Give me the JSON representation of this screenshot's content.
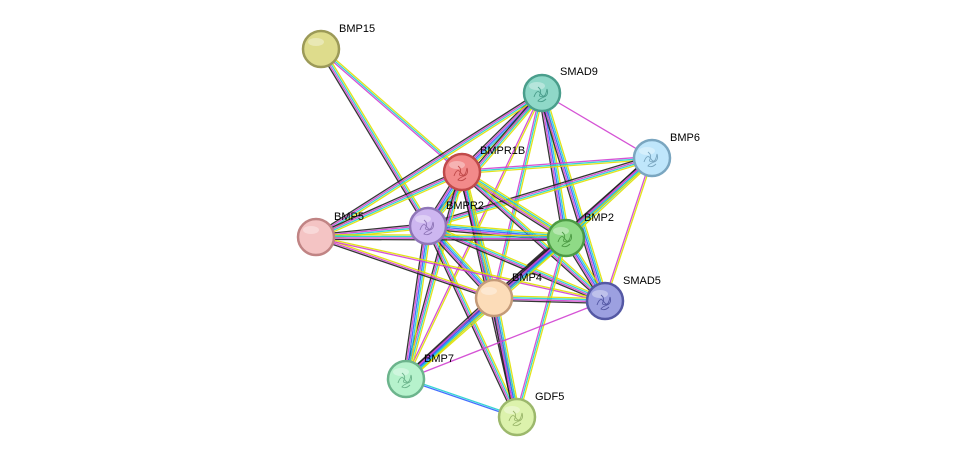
{
  "nodes": [
    {
      "id": "BMP15",
      "label": "BMP15",
      "fill": "#dedc8c",
      "stroke": "#9c9a58",
      "has_structure": false
    },
    {
      "id": "SMAD9",
      "label": "SMAD9",
      "fill": "#8fd8c8",
      "stroke": "#4a9e8c",
      "has_structure": true
    },
    {
      "id": "BMP6",
      "label": "BMP6",
      "fill": "#bfe6fb",
      "stroke": "#7aa6c0",
      "has_structure": true
    },
    {
      "id": "BMPR1B",
      "label": "BMPR1B",
      "fill": "#f28a8a",
      "stroke": "#c04a4a",
      "has_structure": true
    },
    {
      "id": "BMPR2",
      "label": "BMPR2",
      "fill": "#cdb6f0",
      "stroke": "#8f76b8",
      "has_structure": true
    },
    {
      "id": "BMP5",
      "label": "BMP5",
      "fill": "#f4c4c4",
      "stroke": "#c08484",
      "has_structure": false
    },
    {
      "id": "BMP2",
      "label": "BMP2",
      "fill": "#8fda86",
      "stroke": "#4c9a44",
      "has_structure": true
    },
    {
      "id": "BMP4",
      "label": "BMP4",
      "fill": "#fcdcb8",
      "stroke": "#c49a78",
      "has_structure": false
    },
    {
      "id": "SMAD5",
      "label": "SMAD5",
      "fill": "#9ca0e0",
      "stroke": "#5458a4",
      "has_structure": true
    },
    {
      "id": "BMP7",
      "label": "BMP7",
      "fill": "#b6f2cc",
      "stroke": "#6cb48c",
      "has_structure": true
    },
    {
      "id": "GDF5",
      "label": "GDF5",
      "fill": "#dcf2ac",
      "stroke": "#9cb86c",
      "has_structure": true
    }
  ],
  "edge_colors": [
    "#e0e000",
    "#20d0d0",
    "#3060ff",
    "#d040d0",
    "#202020"
  ],
  "edges": [
    {
      "source": "BMP15",
      "target": "BMPR1B",
      "colors": [
        0,
        1,
        3
      ]
    },
    {
      "source": "BMP15",
      "target": "BMPR2",
      "colors": [
        0,
        1,
        3,
        4
      ]
    },
    {
      "source": "SMAD9",
      "target": "BMPR1B",
      "colors": [
        0,
        1,
        2,
        3,
        4
      ]
    },
    {
      "source": "SMAD9",
      "target": "BMPR2",
      "colors": [
        0,
        1,
        3,
        4
      ]
    },
    {
      "source": "SMAD9",
      "target": "BMP5",
      "colors": [
        0,
        1,
        3,
        4
      ]
    },
    {
      "source": "SMAD9",
      "target": "BMP2",
      "colors": [
        0,
        1,
        2,
        3,
        4
      ]
    },
    {
      "source": "SMAD9",
      "target": "SMAD5",
      "colors": [
        0,
        1,
        2,
        3,
        4
      ]
    },
    {
      "source": "SMAD9",
      "target": "BMP4",
      "colors": [
        0,
        1,
        3
      ]
    },
    {
      "source": "SMAD9",
      "target": "BMP7",
      "colors": [
        0,
        3
      ]
    },
    {
      "source": "SMAD9",
      "target": "BMP6",
      "colors": [
        3
      ]
    },
    {
      "source": "BMP6",
      "target": "BMPR1B",
      "colors": [
        0,
        1,
        3
      ]
    },
    {
      "source": "BMP6",
      "target": "BMPR2",
      "colors": [
        0,
        1,
        3,
        4
      ]
    },
    {
      "source": "BMP6",
      "target": "BMP2",
      "colors": [
        0,
        1,
        2,
        3,
        4
      ]
    },
    {
      "source": "BMP6",
      "target": "BMP4",
      "colors": [
        0,
        1,
        3,
        4
      ]
    },
    {
      "source": "BMP6",
      "target": "SMAD5",
      "colors": [
        0,
        3
      ]
    },
    {
      "source": "BMPR1B",
      "target": "BMPR2",
      "colors": [
        0,
        1,
        2,
        3,
        4
      ]
    },
    {
      "source": "BMPR1B",
      "target": "BMP5",
      "colors": [
        0,
        1,
        3,
        4
      ]
    },
    {
      "source": "BMPR1B",
      "target": "BMP2",
      "colors": [
        0,
        1,
        2,
        3,
        4
      ]
    },
    {
      "source": "BMPR1B",
      "target": "BMP4",
      "colors": [
        0,
        1,
        2,
        3,
        4
      ]
    },
    {
      "source": "BMPR1B",
      "target": "SMAD5",
      "colors": [
        0,
        1,
        3,
        4
      ]
    },
    {
      "source": "BMPR1B",
      "target": "BMP7",
      "colors": [
        0,
        1,
        3,
        4
      ]
    },
    {
      "source": "BMPR1B",
      "target": "GDF5",
      "colors": [
        0,
        1,
        3,
        4
      ]
    },
    {
      "source": "BMPR2",
      "target": "BMP5",
      "colors": [
        0,
        1,
        3,
        4
      ]
    },
    {
      "source": "BMPR2",
      "target": "BMP2",
      "colors": [
        0,
        1,
        2,
        3,
        4
      ]
    },
    {
      "source": "BMPR2",
      "target": "BMP4",
      "colors": [
        0,
        1,
        2,
        3,
        4
      ]
    },
    {
      "source": "BMPR2",
      "target": "SMAD5",
      "colors": [
        0,
        1,
        3,
        4
      ]
    },
    {
      "source": "BMPR2",
      "target": "BMP7",
      "colors": [
        0,
        1,
        2,
        3,
        4
      ]
    },
    {
      "source": "BMPR2",
      "target": "GDF5",
      "colors": [
        0,
        1,
        3,
        4
      ]
    },
    {
      "source": "BMP5",
      "target": "BMP2",
      "colors": [
        0,
        1,
        3,
        4
      ]
    },
    {
      "source": "BMP5",
      "target": "BMP4",
      "colors": [
        0,
        3,
        4
      ]
    },
    {
      "source": "BMP5",
      "target": "SMAD5",
      "colors": [
        0,
        3
      ]
    },
    {
      "source": "BMP2",
      "target": "BMP4",
      "colors": [
        0,
        1,
        2,
        3,
        4
      ]
    },
    {
      "source": "BMP2",
      "target": "SMAD5",
      "colors": [
        0,
        1,
        2,
        3,
        4
      ]
    },
    {
      "source": "BMP2",
      "target": "BMP7",
      "colors": [
        0,
        1,
        2,
        3,
        4
      ]
    },
    {
      "source": "BMP2",
      "target": "GDF5",
      "colors": [
        0,
        1,
        3
      ]
    },
    {
      "source": "BMP4",
      "target": "SMAD5",
      "colors": [
        0,
        1,
        3,
        4
      ]
    },
    {
      "source": "BMP4",
      "target": "BMP7",
      "colors": [
        0,
        1,
        2,
        3,
        4
      ]
    },
    {
      "source": "BMP4",
      "target": "GDF5",
      "colors": [
        0,
        1,
        2,
        3,
        4
      ]
    },
    {
      "source": "BMP7",
      "target": "GDF5",
      "colors": [
        1,
        2
      ]
    },
    {
      "source": "BMP7",
      "target": "SMAD5",
      "colors": [
        3
      ]
    },
    {
      "source": "BMP2",
      "target": "BMPR1B",
      "colors": [
        0
      ]
    }
  ]
}
